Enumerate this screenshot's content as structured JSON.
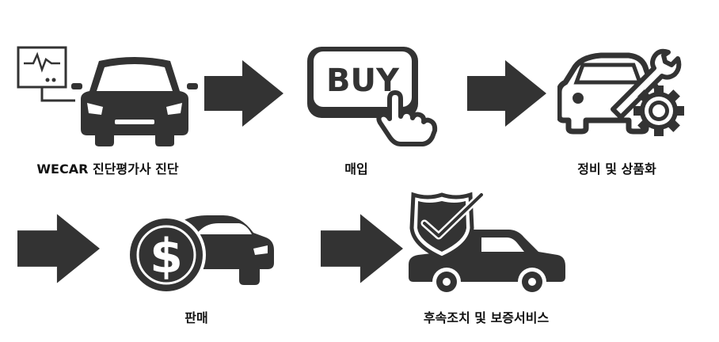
{
  "colors": {
    "icon": "#333333",
    "background": "#ffffff"
  },
  "steps": [
    {
      "label": "WECAR 진단평가사 진단",
      "icon": "car-diagnostic-icon"
    },
    {
      "label": "매입",
      "icon": "buy-button-icon",
      "button_text": "BUY"
    },
    {
      "label": "정비 및 상품화",
      "icon": "car-repair-icon"
    },
    {
      "label": "판매",
      "icon": "car-sale-icon",
      "symbol": "$"
    },
    {
      "label": "후속조치 및 보증서비스",
      "icon": "car-warranty-icon"
    }
  ],
  "arrows": [
    {
      "icon": "arrow-right-icon"
    },
    {
      "icon": "arrow-right-icon"
    },
    {
      "icon": "arrow-right-icon"
    },
    {
      "icon": "arrow-right-icon"
    }
  ]
}
